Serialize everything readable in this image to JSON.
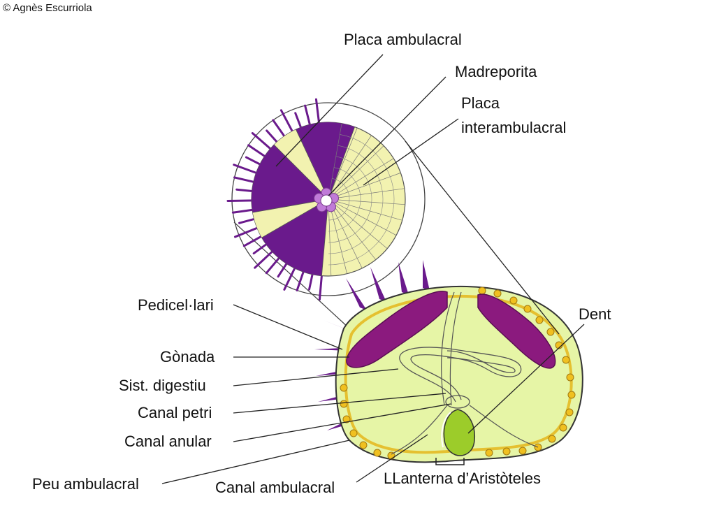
{
  "copyright": "© Agnès Escurriola",
  "labels": {
    "placa_ambulacral": "Placa ambulacral",
    "madreporita": "Madreporita",
    "placa_interambulacral_1": "Placa",
    "placa_interambulacral_2": "interambulacral",
    "dent": "Dent",
    "pedicellari": "Pedicel·lari",
    "gonada": "Gònada",
    "sist_digestiu": "Sist. digestiu",
    "canal_petri": "Canal petri",
    "canal_anular": "Canal anular",
    "peu_ambulacral": "Peu ambulacral",
    "canal_ambulacral": "Canal ambulacral",
    "llanterna": "LLanterna d’Aristòteles"
  },
  "colors": {
    "body_fill": "#e6f5a6",
    "gonad": "#8b1a7e",
    "spine": "#6a1a8c",
    "tube_feet": "#f0c020",
    "plate_yellow": "#f2f2b0",
    "madreporite": "#c07ad8",
    "tooth": "#9ccc2a"
  }
}
